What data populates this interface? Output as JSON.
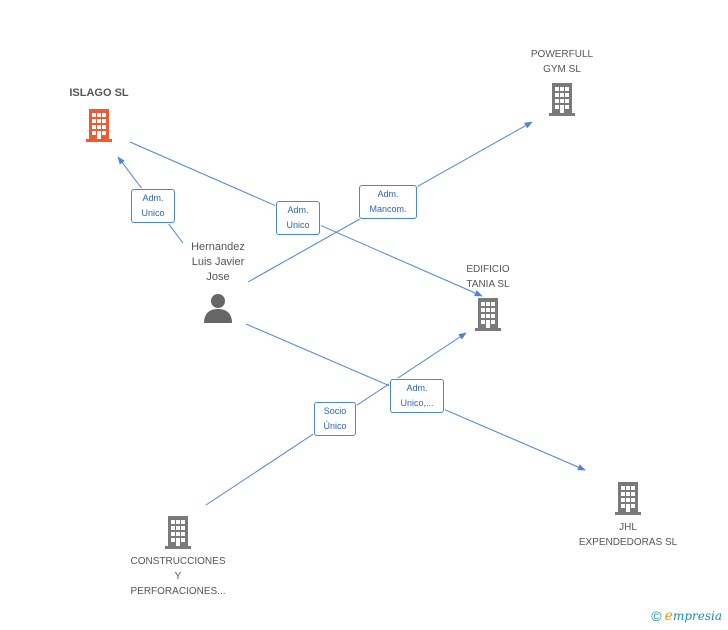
{
  "colors": {
    "edge": "#4a86d4",
    "company": "#7a7a7a",
    "company_main": "#f05a30",
    "person": "#666666"
  },
  "nodes": {
    "islago": {
      "name": "ISLAGO SL",
      "icon": "building-icon"
    },
    "powerfull": {
      "name": "POWERFULL\nGYM SL",
      "icon": "building-icon"
    },
    "edificio": {
      "name": "EDIFICIO\nTANIA SL",
      "icon": "building-icon"
    },
    "person": {
      "name": "Hernandez\nLuis Javier\nJose",
      "icon": "person-icon"
    },
    "construcciones": {
      "name": "CONSTRUCCIONES\nY\nPERFORACIONES...",
      "icon": "building-icon"
    },
    "jhl": {
      "name": "JHL\nEXPENDEDORAS SL",
      "icon": "building-icon"
    }
  },
  "edges": {
    "person_islago": "Adm.\nUnico",
    "islago_edificio": "Adm.\nUnico",
    "person_powerfull": "Adm.\nMancom.",
    "person_jhl": "Adm.\nUnico,...",
    "construcciones_edificio": "Socio\nÚnico"
  },
  "footer": {
    "copyright": "©",
    "brand_initial": "e",
    "brand_rest": "mpresia"
  }
}
